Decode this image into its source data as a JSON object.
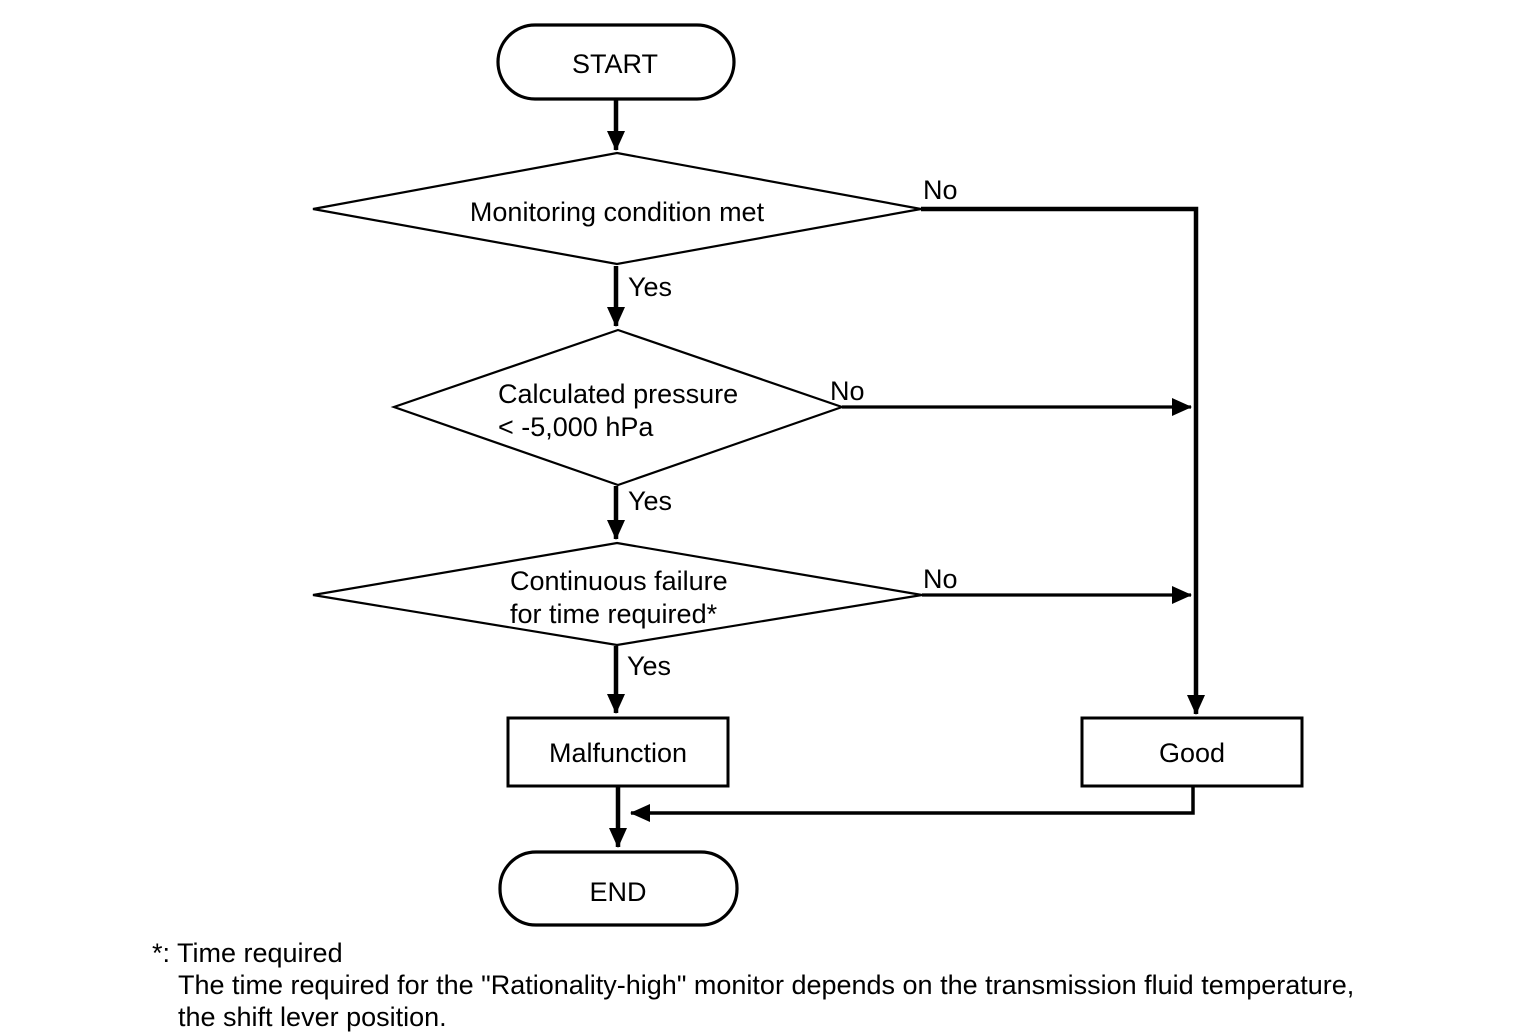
{
  "diagram": {
    "title_semantic": "Rationality-high monitor flowchart",
    "start_label": "START",
    "end_label": "END",
    "decision1": {
      "text": "Monitoring condition met",
      "yes_label": "Yes",
      "no_label": "No"
    },
    "decision2": {
      "line1": "Calculated pressure",
      "line2": "< -5,000 hPa",
      "yes_label": "Yes",
      "no_label": "No"
    },
    "decision3": {
      "line1": "Continuous failure",
      "line2": "for time required*",
      "yes_label": "Yes",
      "no_label": "No"
    },
    "result_malfunction": "Malfunction",
    "result_good": "Good"
  },
  "footnote": {
    "line1": "*: Time required",
    "line2": "The time required for the \"Rationality-high\" monitor depends on the transmission fluid temperature,",
    "line3": "the shift lever position."
  },
  "colors": {
    "line": "#000000",
    "background": "#ffffff"
  }
}
